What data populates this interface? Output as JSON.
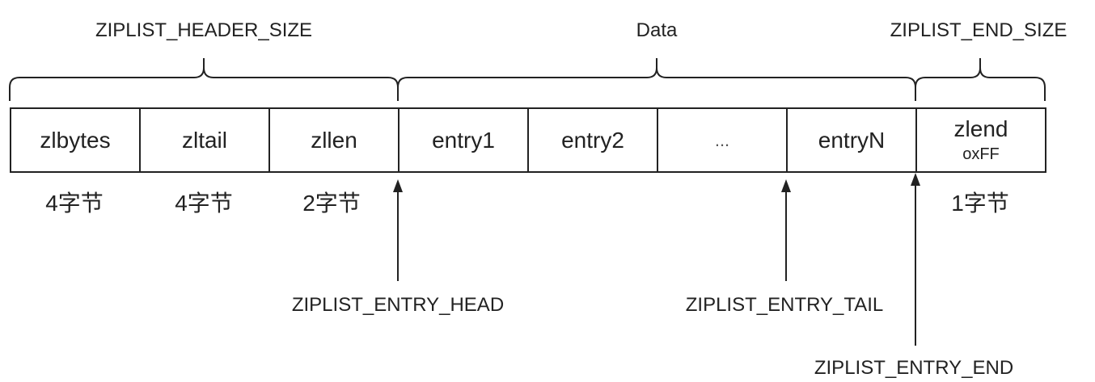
{
  "groups": {
    "header": "ZIPLIST_HEADER_SIZE",
    "data": "Data",
    "end": "ZIPLIST_END_SIZE"
  },
  "cells": [
    {
      "label": "zlbytes",
      "sub": ""
    },
    {
      "label": "zltail",
      "sub": ""
    },
    {
      "label": "zllen",
      "sub": ""
    },
    {
      "label": "entry1",
      "sub": ""
    },
    {
      "label": "entry2",
      "sub": ""
    },
    {
      "label": "...",
      "sub": ""
    },
    {
      "label": "entryN",
      "sub": ""
    },
    {
      "label": "zlend",
      "sub": "oxFF"
    }
  ],
  "sizes": {
    "zlbytes": "4字节",
    "zltail": "4字节",
    "zllen": "2字节",
    "zlend": "1字节"
  },
  "pointers": {
    "entry_head": "ZIPLIST_ENTRY_HEAD",
    "entry_tail": "ZIPLIST_ENTRY_TAIL",
    "entry_end": "ZIPLIST_ENTRY_END"
  }
}
